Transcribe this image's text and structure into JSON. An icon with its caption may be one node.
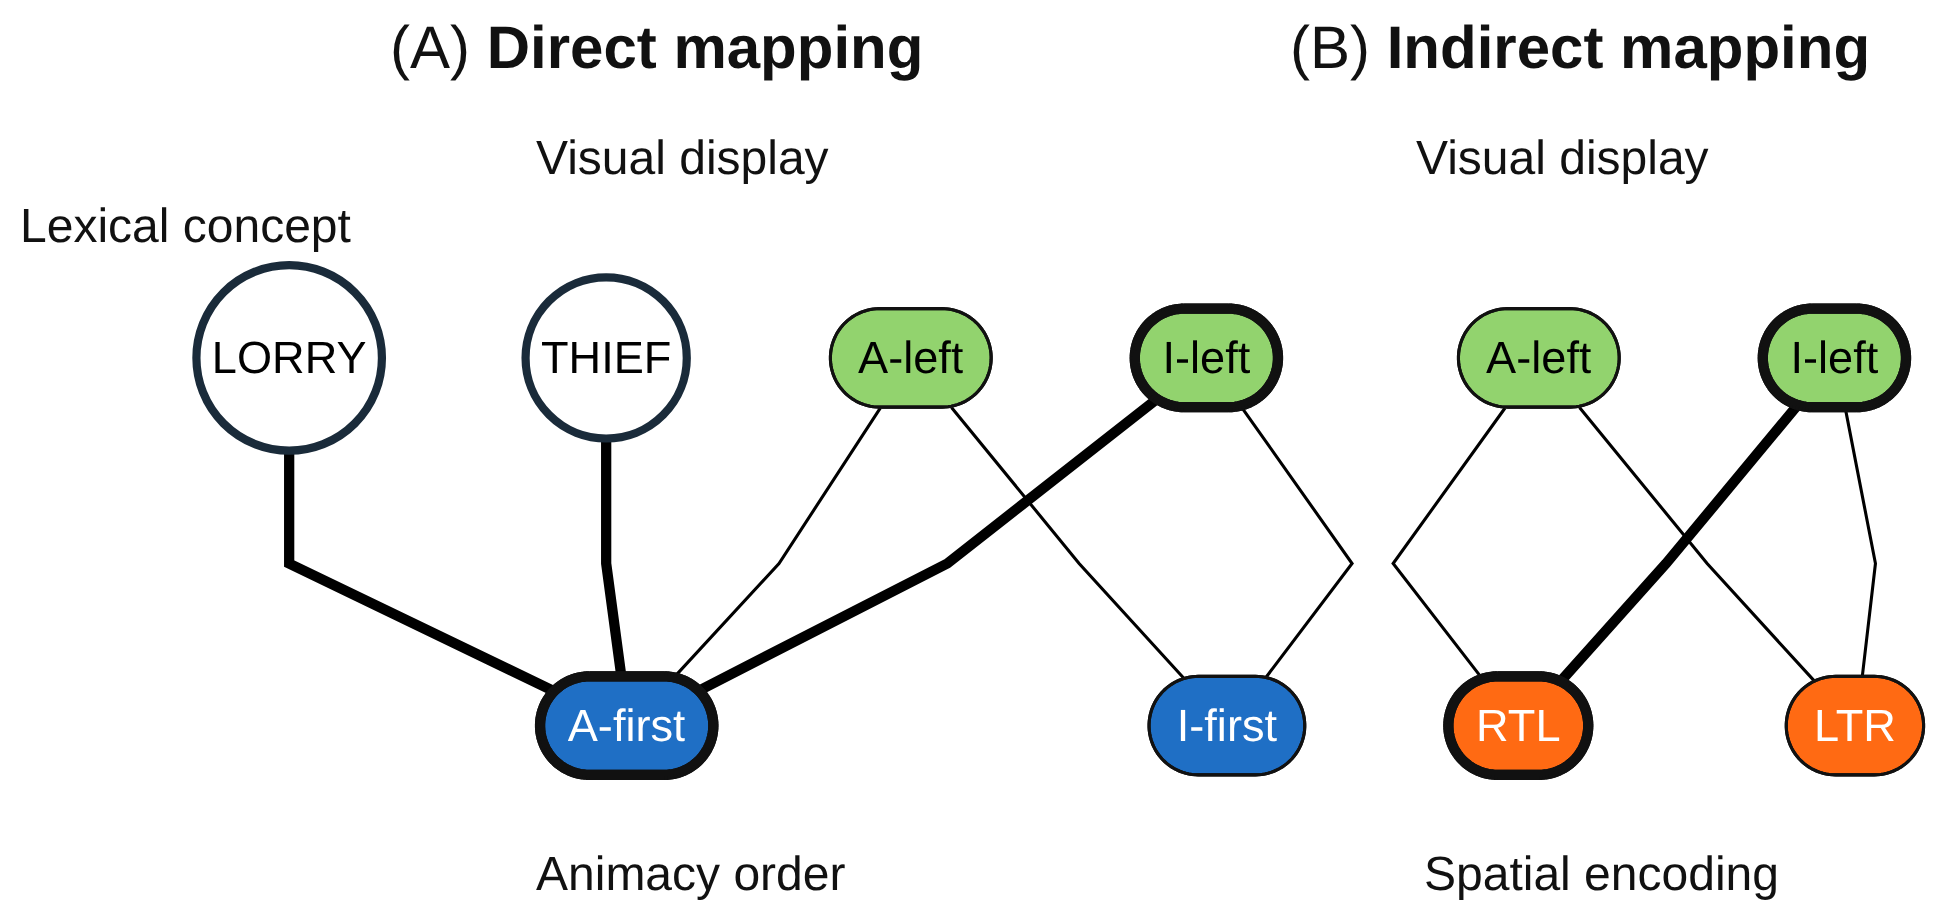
{
  "diagram": {
    "nodes": [
      {
        "text": [
          "I-left"
        ]
      },
      {
        "text": [
          "A-left"
        ]
      },
      {
        "text": [
          "THIEF"
        ]
      },
      {
        "text": [
          "LORRY"
        ]
      },
      {
        "text": [
          "A-first"
        ]
      },
      {
        "text": [
          "I-first"
        ]
      },
      {
        "text": [
          "I-left"
        ]
      },
      {
        "text": [
          "A-left"
        ]
      },
      {
        "text": [
          "RTL"
        ]
      },
      {
        "text": [
          "LTR"
        ]
      }
    ],
    "edges": [
      {
        "from": 0,
        "to": 4,
        "arrow": "none",
        "style": "thick"
      },
      {
        "from": 0,
        "to": 5,
        "arrow": "none"
      },
      {
        "from": 1,
        "to": 4,
        "arrow": "none"
      },
      {
        "from": 1,
        "to": 5,
        "arrow": "none"
      },
      {
        "from": 2,
        "to": 4,
        "arrow": "none",
        "style": "thick"
      },
      {
        "from": 3,
        "to": 4,
        "arrow": "none",
        "style": "thick"
      },
      {
        "from": 6,
        "to": 8,
        "arrow": "none",
        "style": "thick"
      },
      {
        "from": 6,
        "to": 9,
        "arrow": "none"
      },
      {
        "from": 7,
        "to": 8,
        "arrow": "none"
      },
      {
        "from": 7,
        "to": 9,
        "arrow": "none"
      }
    ],
    "labels": [
      "(A) **Direct mapping**",
      "(B) **Indirect mapping**",
      "Visual display",
      "Visual display",
      "Lexical concept",
      "Animacy order",
      "Spatial encoding"
    ]
  }
}
